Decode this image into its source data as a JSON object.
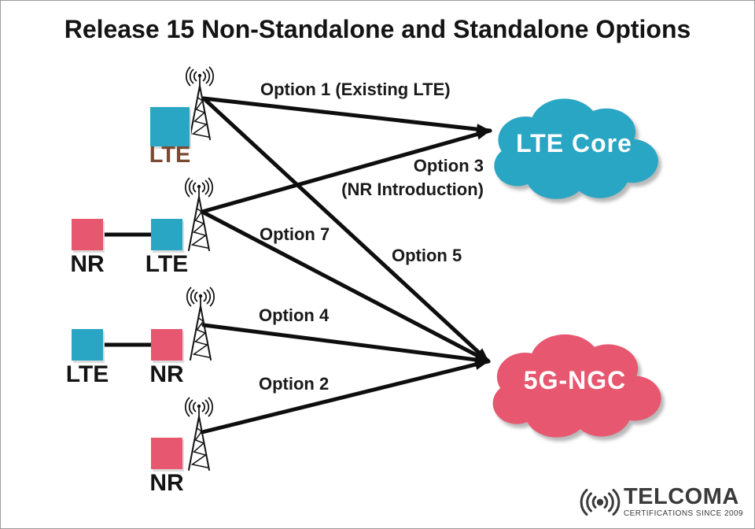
{
  "title": "Release 15 Non-Standalone and Standalone Options",
  "colors": {
    "teal": "#29a6c3",
    "pink": "#e7576f",
    "brown": "#7b4a33",
    "line": "#0e0e0e",
    "cloud_text": "#ffffff",
    "logo_gray": "#3a3a3a"
  },
  "towers": [
    {
      "id": "lte-tower",
      "boxes": [
        {
          "label": "LTE",
          "tech": "lte"
        }
      ]
    },
    {
      "id": "nr-lte-tower",
      "boxes": [
        {
          "label": "NR",
          "tech": "nr"
        },
        {
          "label": "LTE",
          "tech": "lte"
        }
      ]
    },
    {
      "id": "lte-nr-tower",
      "boxes": [
        {
          "label": "LTE",
          "tech": "lte"
        },
        {
          "label": "NR",
          "tech": "nr"
        }
      ]
    },
    {
      "id": "nr-tower",
      "boxes": [
        {
          "label": "NR",
          "tech": "nr"
        }
      ]
    }
  ],
  "clouds": [
    {
      "id": "lte-core",
      "label": "LTE Core"
    },
    {
      "id": "5g-ngc",
      "label": "5G-NGC"
    }
  ],
  "edges": [
    {
      "id": "option1",
      "label": "Option 1 (Existing LTE)",
      "from": "lte-tower",
      "to": "lte-core"
    },
    {
      "id": "option3",
      "label": "Option 3",
      "sublabel": "(NR Introduction)",
      "from": "nr-lte-tower",
      "to": "lte-core"
    },
    {
      "id": "option5",
      "label": "Option 5",
      "from": "lte-tower",
      "to": "5g-ngc"
    },
    {
      "id": "option7",
      "label": "Option 7",
      "from": "nr-lte-tower",
      "to": "5g-ngc"
    },
    {
      "id": "option4",
      "label": "Option 4",
      "from": "lte-nr-tower",
      "to": "5g-ngc"
    },
    {
      "id": "option2",
      "label": "Option 2",
      "from": "nr-tower",
      "to": "5g-ngc"
    }
  ],
  "logo": {
    "name": "TELCOMA",
    "tagline": "CERTIFICATIONS SINCE 2009"
  }
}
